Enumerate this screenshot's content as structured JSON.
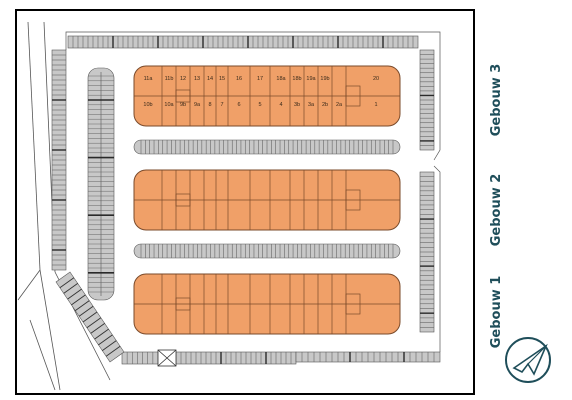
{
  "buildings": [
    {
      "id": "3",
      "label": "Gebouw 3",
      "top_row": [
        "11a",
        "11b",
        "12",
        "13",
        "14",
        "15",
        "16",
        "17",
        "18a",
        "18b",
        "19a",
        "19b",
        "20"
      ],
      "bottom_row": [
        "10b",
        "10a",
        "9b",
        "9a",
        "8",
        "7",
        "6",
        "5",
        "4",
        "3b",
        "3a",
        "2b",
        "2a",
        "1"
      ]
    },
    {
      "id": "2",
      "label": "Gebouw 2",
      "top_row": [],
      "bottom_row": []
    },
    {
      "id": "1",
      "label": "Gebouw 1",
      "top_row": [],
      "bottom_row": []
    }
  ],
  "colors": {
    "unit_fill": "#f0a068",
    "unit_stroke": "#7a4a2a",
    "parking_fill": "#c8c8c8",
    "parking_dark": "#2a2a2a",
    "label_color": "#1f4e5a",
    "frame": "#000000"
  },
  "compass": {
    "icon": "compass-north-arrow-icon"
  }
}
